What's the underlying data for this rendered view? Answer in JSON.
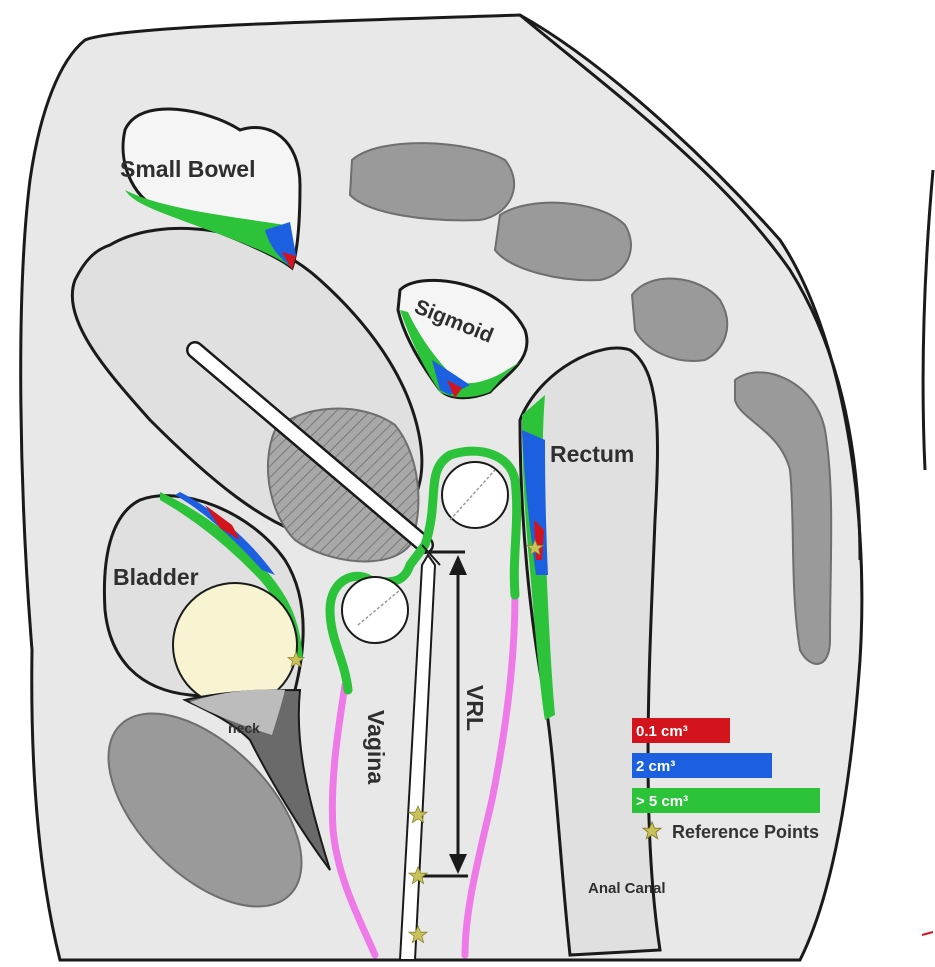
{
  "labels": {
    "small_bowel": "Small Bowel",
    "sigmoid": "Sigmoid",
    "rectum": "Rectum",
    "bladder": "Bladder",
    "neck": "neck",
    "vagina": "Vagina",
    "vrl": "VRL",
    "anal_canal": "Anal Canal"
  },
  "legend": {
    "items": [
      {
        "label": "0.1 cm³",
        "color": "#d4141c"
      },
      {
        "label": "2 cm³",
        "color": "#1c5fe0"
      },
      {
        "label": "> 5 cm³",
        "color": "#2cc23a"
      }
    ],
    "reference_points": "Reference Points",
    "star_color": "#c9c25a"
  },
  "colors": {
    "body": "#e8e8e8",
    "bone": "#9a9a9a",
    "outline": "#1a1a1a",
    "vagina_wall": "#ee7ae8",
    "bladder_ball": "#f8f4d2"
  }
}
